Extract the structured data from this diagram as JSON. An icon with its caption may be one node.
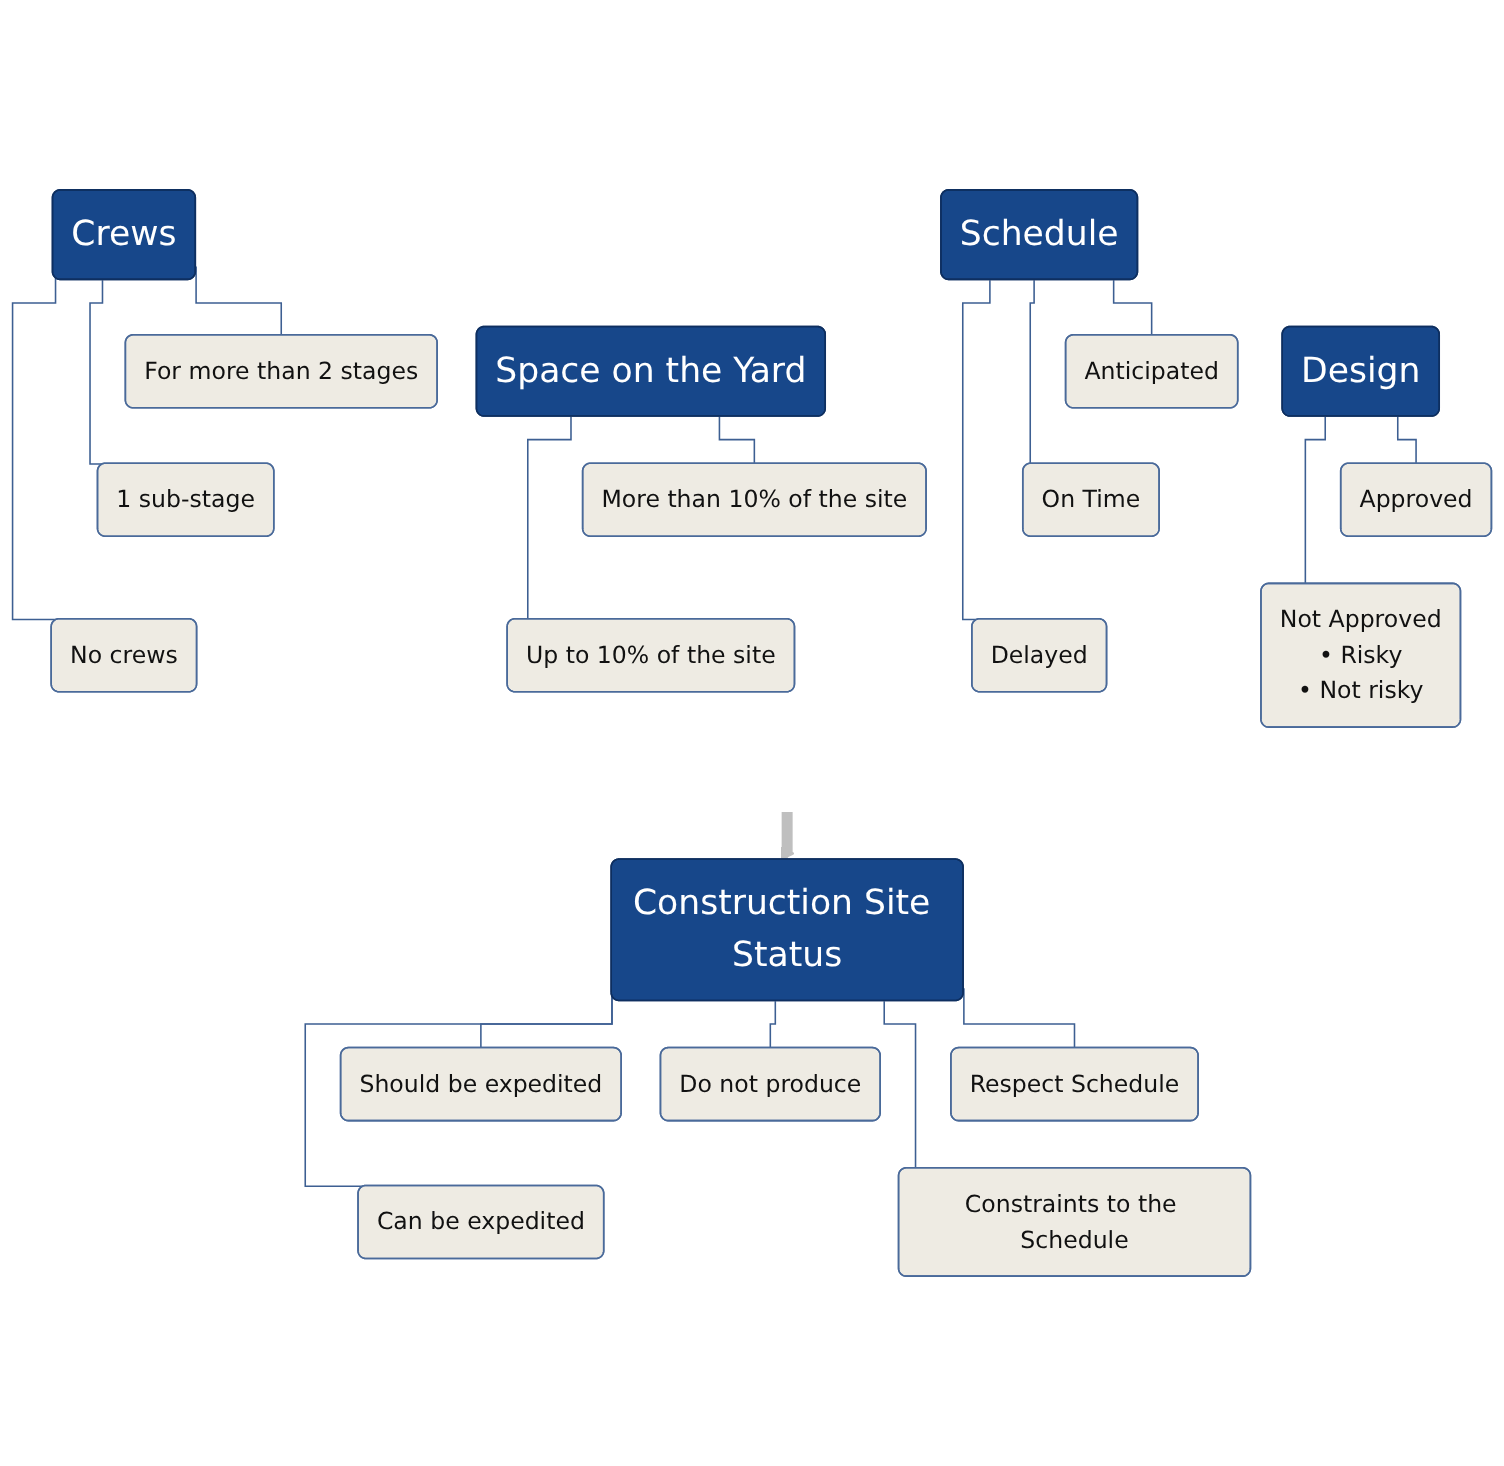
{
  "diagram": {
    "nodes": [
      {
        "text": [
          "Crews"
        ]
      },
      {
        "text": [
          "For more than 2 stages"
        ]
      },
      {
        "text": [
          "1 sub-stage"
        ]
      },
      {
        "text": [
          "No crews"
        ]
      },
      {
        "text": [
          "Space on the Yard"
        ]
      },
      {
        "text": [
          "More than 10% of the site"
        ]
      },
      {
        "text": [
          "Up to 10% of the site"
        ]
      },
      {
        "text": [
          "Schedule"
        ]
      },
      {
        "text": [
          "Anticipated"
        ]
      },
      {
        "text": [
          "On Time"
        ]
      },
      {
        "text": [
          "Delayed"
        ]
      },
      {
        "text": [
          "Design"
        ]
      },
      {
        "text": [
          "Approved"
        ]
      },
      {
        "text": [
          "Not Approved",
          "• Risky",
          "• Not risky"
        ]
      },
      {
        "text": [
          "Construction Site Status"
        ]
      },
      {
        "text": [
          "Should be expedited"
        ]
      },
      {
        "text": [
          "Can be expedited"
        ]
      },
      {
        "text": [
          "Respect Schedule"
        ]
      },
      {
        "text": [
          "Constraints to the Schedule"
        ]
      },
      {
        "text": [
          "Do not produce"
        ]
      }
    ],
    "edges": [
      {
        "from": 0,
        "to": 1,
        "arrow": "none"
      },
      {
        "from": 0,
        "to": 2,
        "arrow": "none"
      },
      {
        "from": 0,
        "to": 3,
        "arrow": "none"
      },
      {
        "from": 4,
        "to": 5,
        "arrow": "none"
      },
      {
        "from": 4,
        "to": 6,
        "arrow": "none"
      },
      {
        "from": 7,
        "to": 8,
        "arrow": "none"
      },
      {
        "from": 7,
        "to": 9,
        "arrow": "none"
      },
      {
        "from": 7,
        "to": 10,
        "arrow": "none"
      },
      {
        "from": 11,
        "to": 12,
        "arrow": "none"
      },
      {
        "from": 11,
        "to": 13,
        "arrow": "none"
      },
      {
        "from": null,
        "to": 14,
        "arrow": "to",
        "style": "thick",
        "color": "#bfbfbf"
      },
      {
        "from": 14,
        "to": 15,
        "arrow": "none"
      },
      {
        "from": 14,
        "to": 16,
        "arrow": "none"
      },
      {
        "from": 14,
        "to": 17,
        "arrow": "none"
      },
      {
        "from": 14,
        "to": 18,
        "arrow": "none"
      },
      {
        "from": 14,
        "to": 19,
        "arrow": "none"
      }
    ]
  }
}
